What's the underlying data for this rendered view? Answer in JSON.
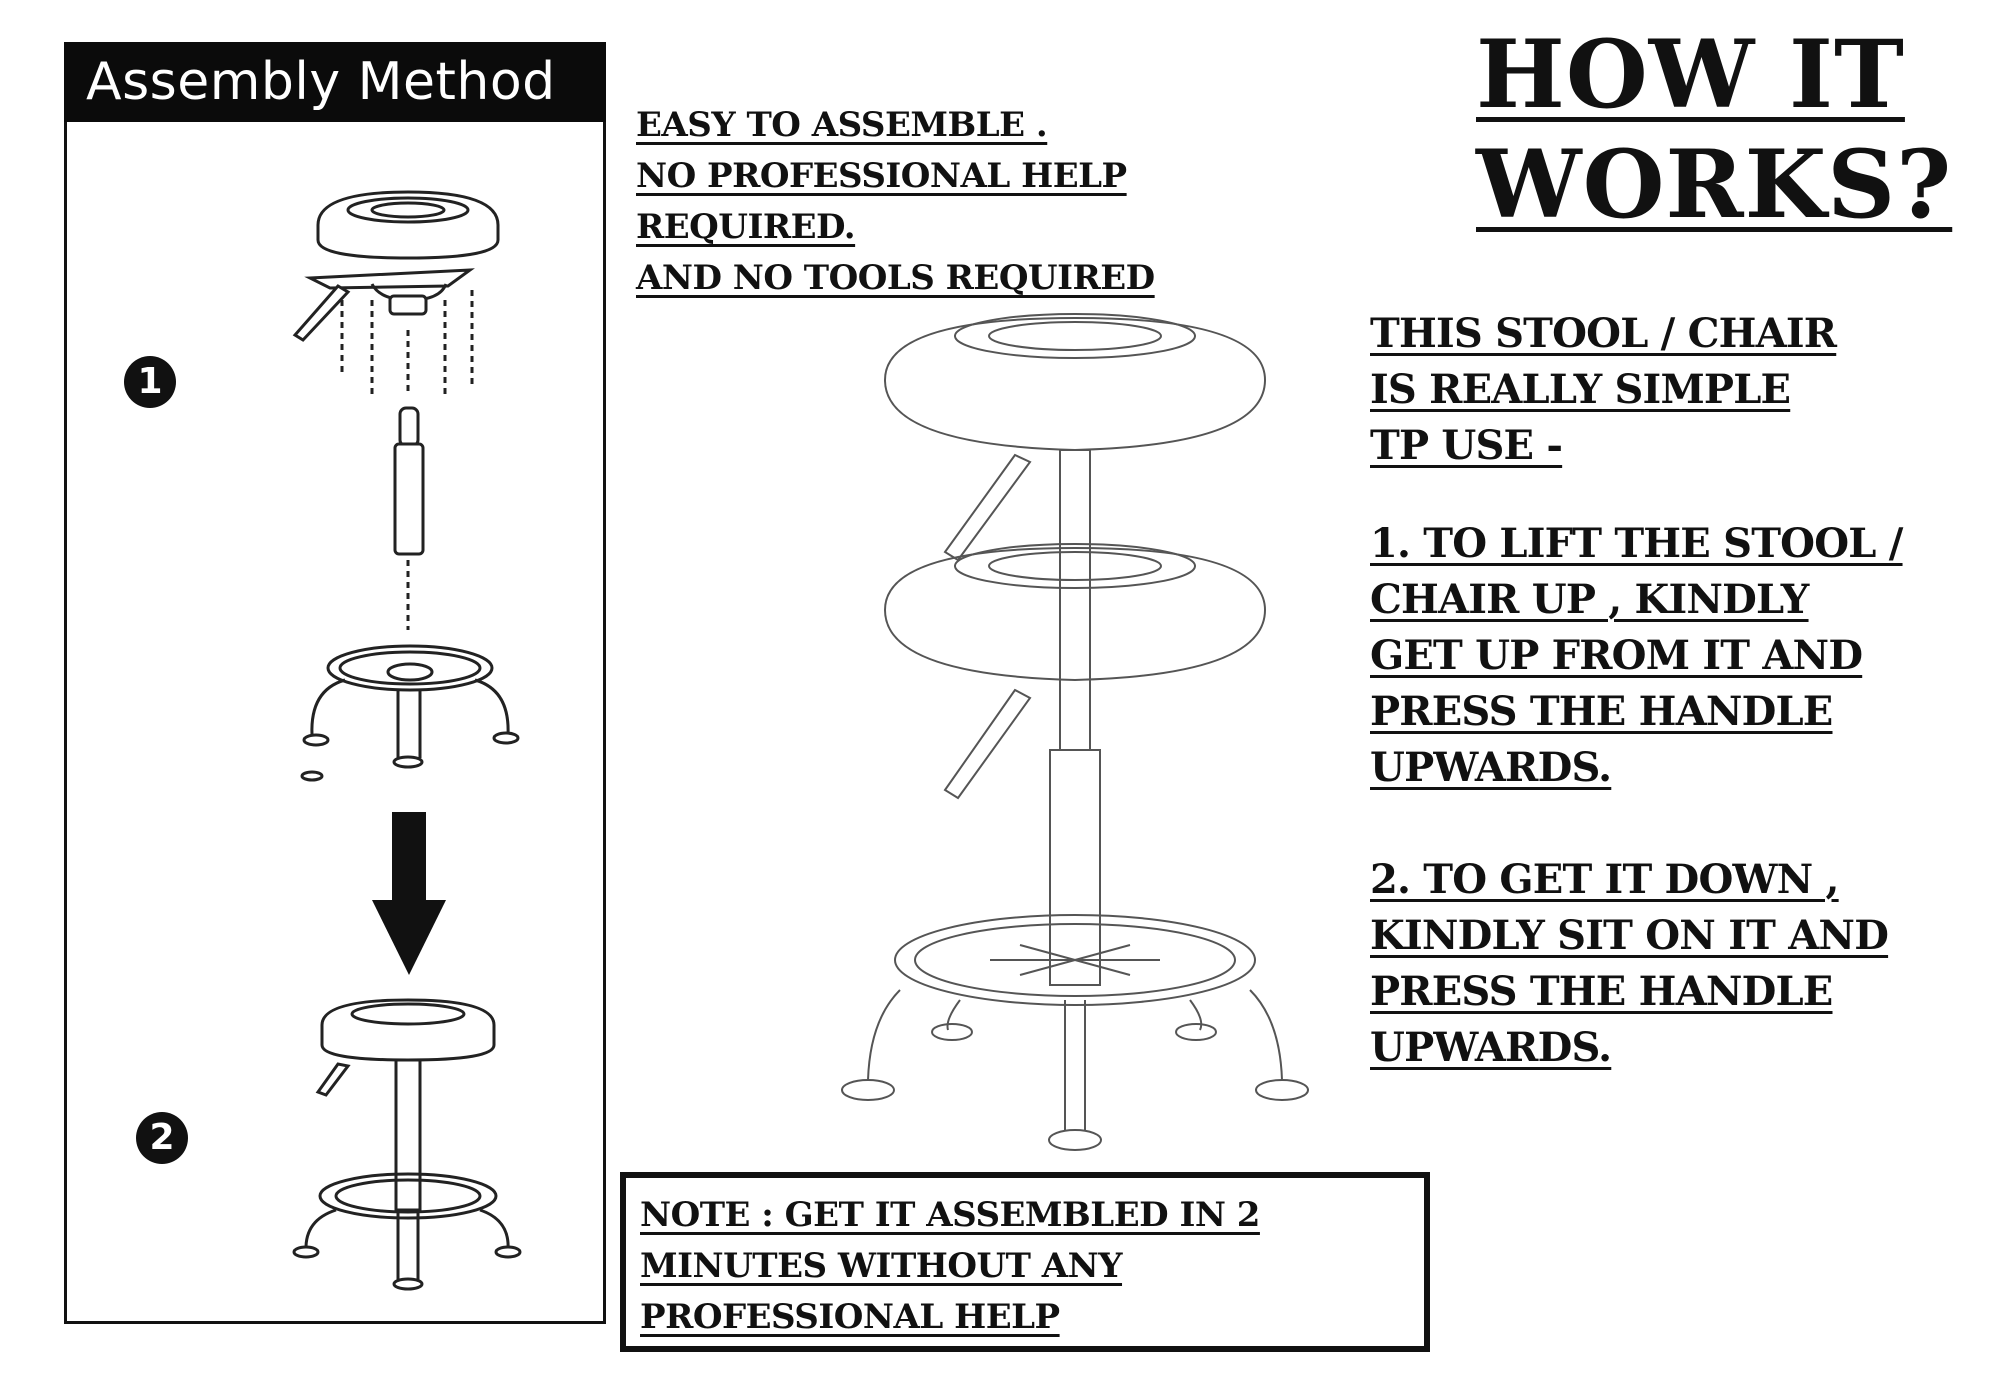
{
  "assembly": {
    "header": "Assembly Method",
    "steps": [
      "1",
      "2"
    ]
  },
  "intro": {
    "lines": [
      "EASY TO ASSEMBLE .",
      "NO PROFESSIONAL HELP",
      "REQUIRED.",
      "AND NO TOOLS REQUIRED"
    ]
  },
  "how": {
    "title_lines": [
      "HOW IT",
      "WORKS?"
    ],
    "desc_lines": [
      "THIS STOOL / CHAIR",
      "IS REALLY SIMPLE",
      "TP USE  -"
    ],
    "step1_lines": [
      "1. TO LIFT THE STOOL /",
      "CHAIR UP , KINDLY",
      "GET UP FROM IT AND",
      "PRESS THE HANDLE",
      "UPWARDS."
    ],
    "step2_lines": [
      "2. TO GET IT DOWN ,",
      "KINDLY SIT ON IT AND",
      "PRESS THE HANDLE",
      "UPWARDS."
    ]
  },
  "note": {
    "lines": [
      "NOTE : GET IT ASSEMBLED IN 2",
      "MINUTES WITHOUT ANY",
      "PROFESSIONAL HELP"
    ]
  },
  "icons": {
    "down_arrow": "down-arrow-icon",
    "exploded_stool": "exploded-stool-icon",
    "assembled_stool": "assembled-stool-icon",
    "height_stool": "height-adjust-stool-icon"
  },
  "colors": {
    "ink": "#111111",
    "background": "#ffffff"
  }
}
